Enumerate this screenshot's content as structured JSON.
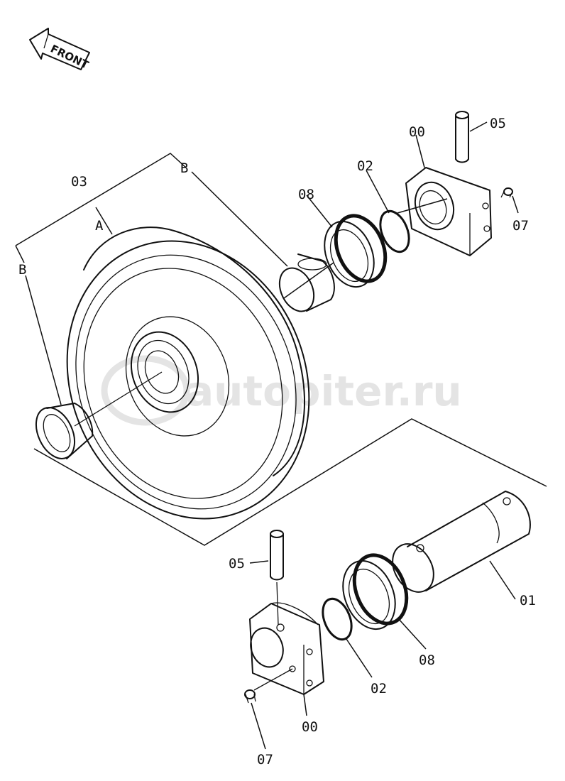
{
  "orientation": {
    "front_label": "FRONT"
  },
  "watermark": {
    "text": "autopiter.ru"
  },
  "section_marks": {
    "a": "A",
    "b_top": "B",
    "b_left": "B"
  },
  "parts": {
    "idler_wheel": "03",
    "shaft": "01",
    "o_ring_top": "02",
    "o_ring_bottom": "02",
    "seal_top": "08",
    "seal_bottom": "08",
    "support_top": "00",
    "support_bottom": "00",
    "pin_top": "05",
    "pin_bottom": "05",
    "plug_top": "07",
    "plug_bottom": "07"
  }
}
